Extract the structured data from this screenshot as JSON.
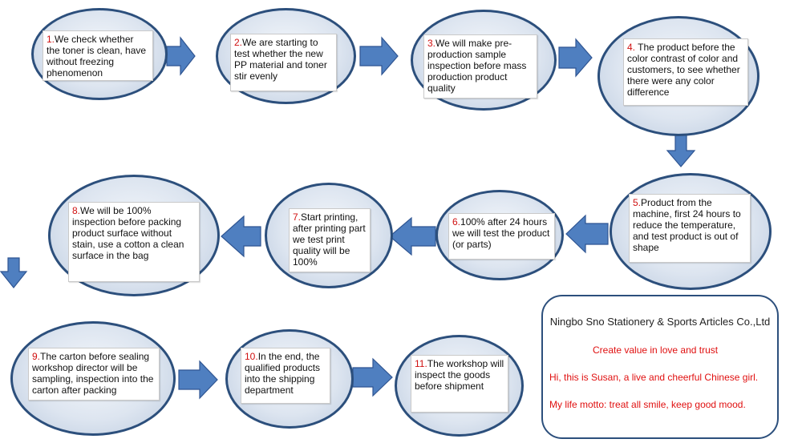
{
  "steps": [
    {
      "num": "1.",
      "text": "We check whether the toner is clean, have without freezing phenomenon"
    },
    {
      "num": "2.",
      "text": "We are starting to test whether the new PP material and toner stir evenly"
    },
    {
      "num": "3.",
      "text": "We will make pre-production sample inspection before mass production product quality"
    },
    {
      "num": "4.",
      "text": " The  product before the color contrast of color and customers, to see whether there were any color difference"
    },
    {
      "num": "5.",
      "text": "Product from the machine, first 24 hours to reduce the temperature, and test product is out of shape"
    },
    {
      "num": "6.",
      "text": "100% after 24 hours we will test the product (or parts)"
    },
    {
      "num": "7.",
      "text": "Start printing, after printing part we test print quality will be 100%"
    },
    {
      "num": "8.",
      "text": "We will be 100% inspection before packing product surface without stain, use a cotton a clean surface in the bag"
    },
    {
      "num": "9.",
      "text": "The  carton before sealing workshop director will be sampling, inspection into the carton after packing"
    },
    {
      "num": "10.",
      "text": "In the  end, the qualified products into the shipping department"
    },
    {
      "num": "11.",
      "text": "The workshop will inspect the goods before shipment"
    }
  ],
  "company_info": {
    "company": "Ningbo Sno Stationery & Sports Articles Co.,Ltd",
    "slogan": "Create value in love and trust",
    "intro": "Hi, this is Susan, a live and cheerful Chinese girl.",
    "motto": "My life motto: treat all smile,  keep good mood."
  },
  "colors": {
    "arrow_fill": "#4f7fc0",
    "arrow_stroke": "#2f5592",
    "ellipse_border": "#2c4f7c",
    "step_number": "#d01010",
    "info_text": "#e01010"
  }
}
